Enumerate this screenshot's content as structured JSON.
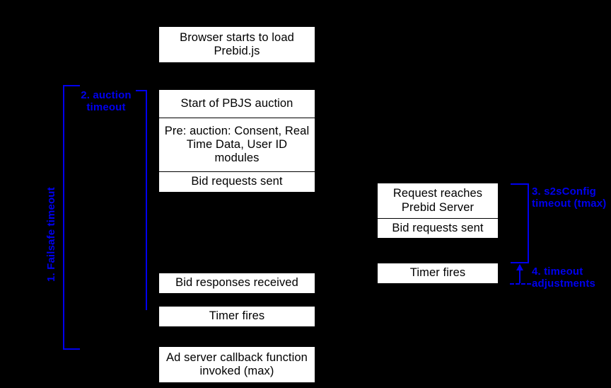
{
  "diagram": {
    "title": "Prebid.js timeout sequence diagram",
    "background_color": "#000000",
    "box_fill": "#ffffff",
    "box_text_color": "#000000",
    "annotation_color": "#0000ee"
  },
  "client_column": {
    "boxes": [
      {
        "id": "browser-load",
        "text": "Browser starts to load Prebid.js"
      },
      {
        "id": "pbjs-auction-start",
        "text": "Start of PBJS auction"
      },
      {
        "id": "pre-auction-modules",
        "text": "Pre: auction: Consent, Real Time Data, User ID modules"
      },
      {
        "id": "bid-requests-sent",
        "text": "Bid requests sent"
      },
      {
        "id": "bid-responses-received",
        "text": "Bid responses received"
      },
      {
        "id": "timer-fires",
        "text": "Timer fires"
      },
      {
        "id": "ad-server-callback",
        "text": "Ad server callback function invoked (max)"
      }
    ]
  },
  "server_column": {
    "boxes": [
      {
        "id": "request-reaches-server",
        "text": "Request reaches Prebid Server"
      },
      {
        "id": "server-bid-requests-sent",
        "text": "Bid requests sent"
      },
      {
        "id": "server-timer-fires",
        "text": "Timer fires"
      }
    ]
  },
  "annotations": {
    "failsafe": {
      "number": "1.",
      "text": "1. Failsafe timeout"
    },
    "auction": {
      "number": "2.",
      "text": "2. auction\ntimeout"
    },
    "s2sconfig": {
      "number": "3.",
      "text": "3. s2sConfig\ntimeout (tmax)"
    },
    "adjustments": {
      "number": "4.",
      "text": "4. timeout\nadjustments"
    }
  }
}
